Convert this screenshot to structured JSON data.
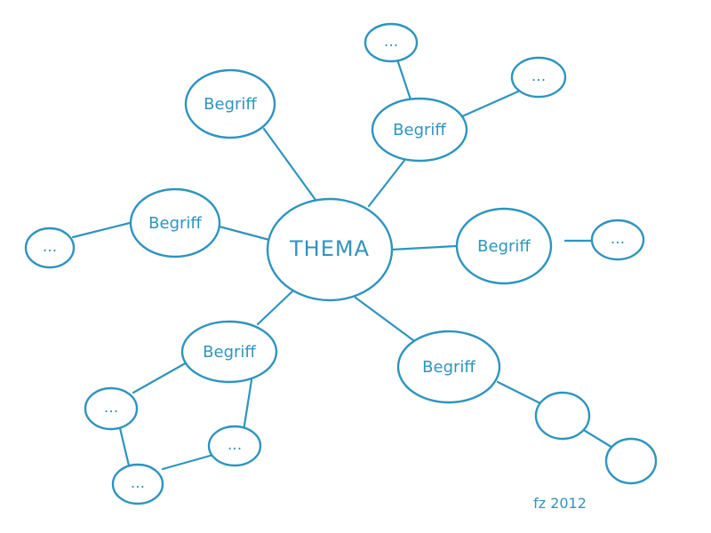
{
  "ink_color": "#2e94bf",
  "center": {
    "label": "THEMA"
  },
  "nodes": {
    "begriff_top_left": "Begriff",
    "begriff_top_right": "Begriff",
    "begriff_left": "Begriff",
    "begriff_right": "Begriff",
    "begriff_bottom_left": "Begriff",
    "begriff_bottom_right": "Begriff",
    "leaf_top_1": "...",
    "leaf_top_2": "...",
    "leaf_left": "...",
    "leaf_right": "...",
    "leaf_bl_1": "...",
    "leaf_bl_2": "...",
    "leaf_bl_3": "...",
    "leaf_br_1": "",
    "leaf_br_2": ""
  },
  "signature": "fz 2012"
}
